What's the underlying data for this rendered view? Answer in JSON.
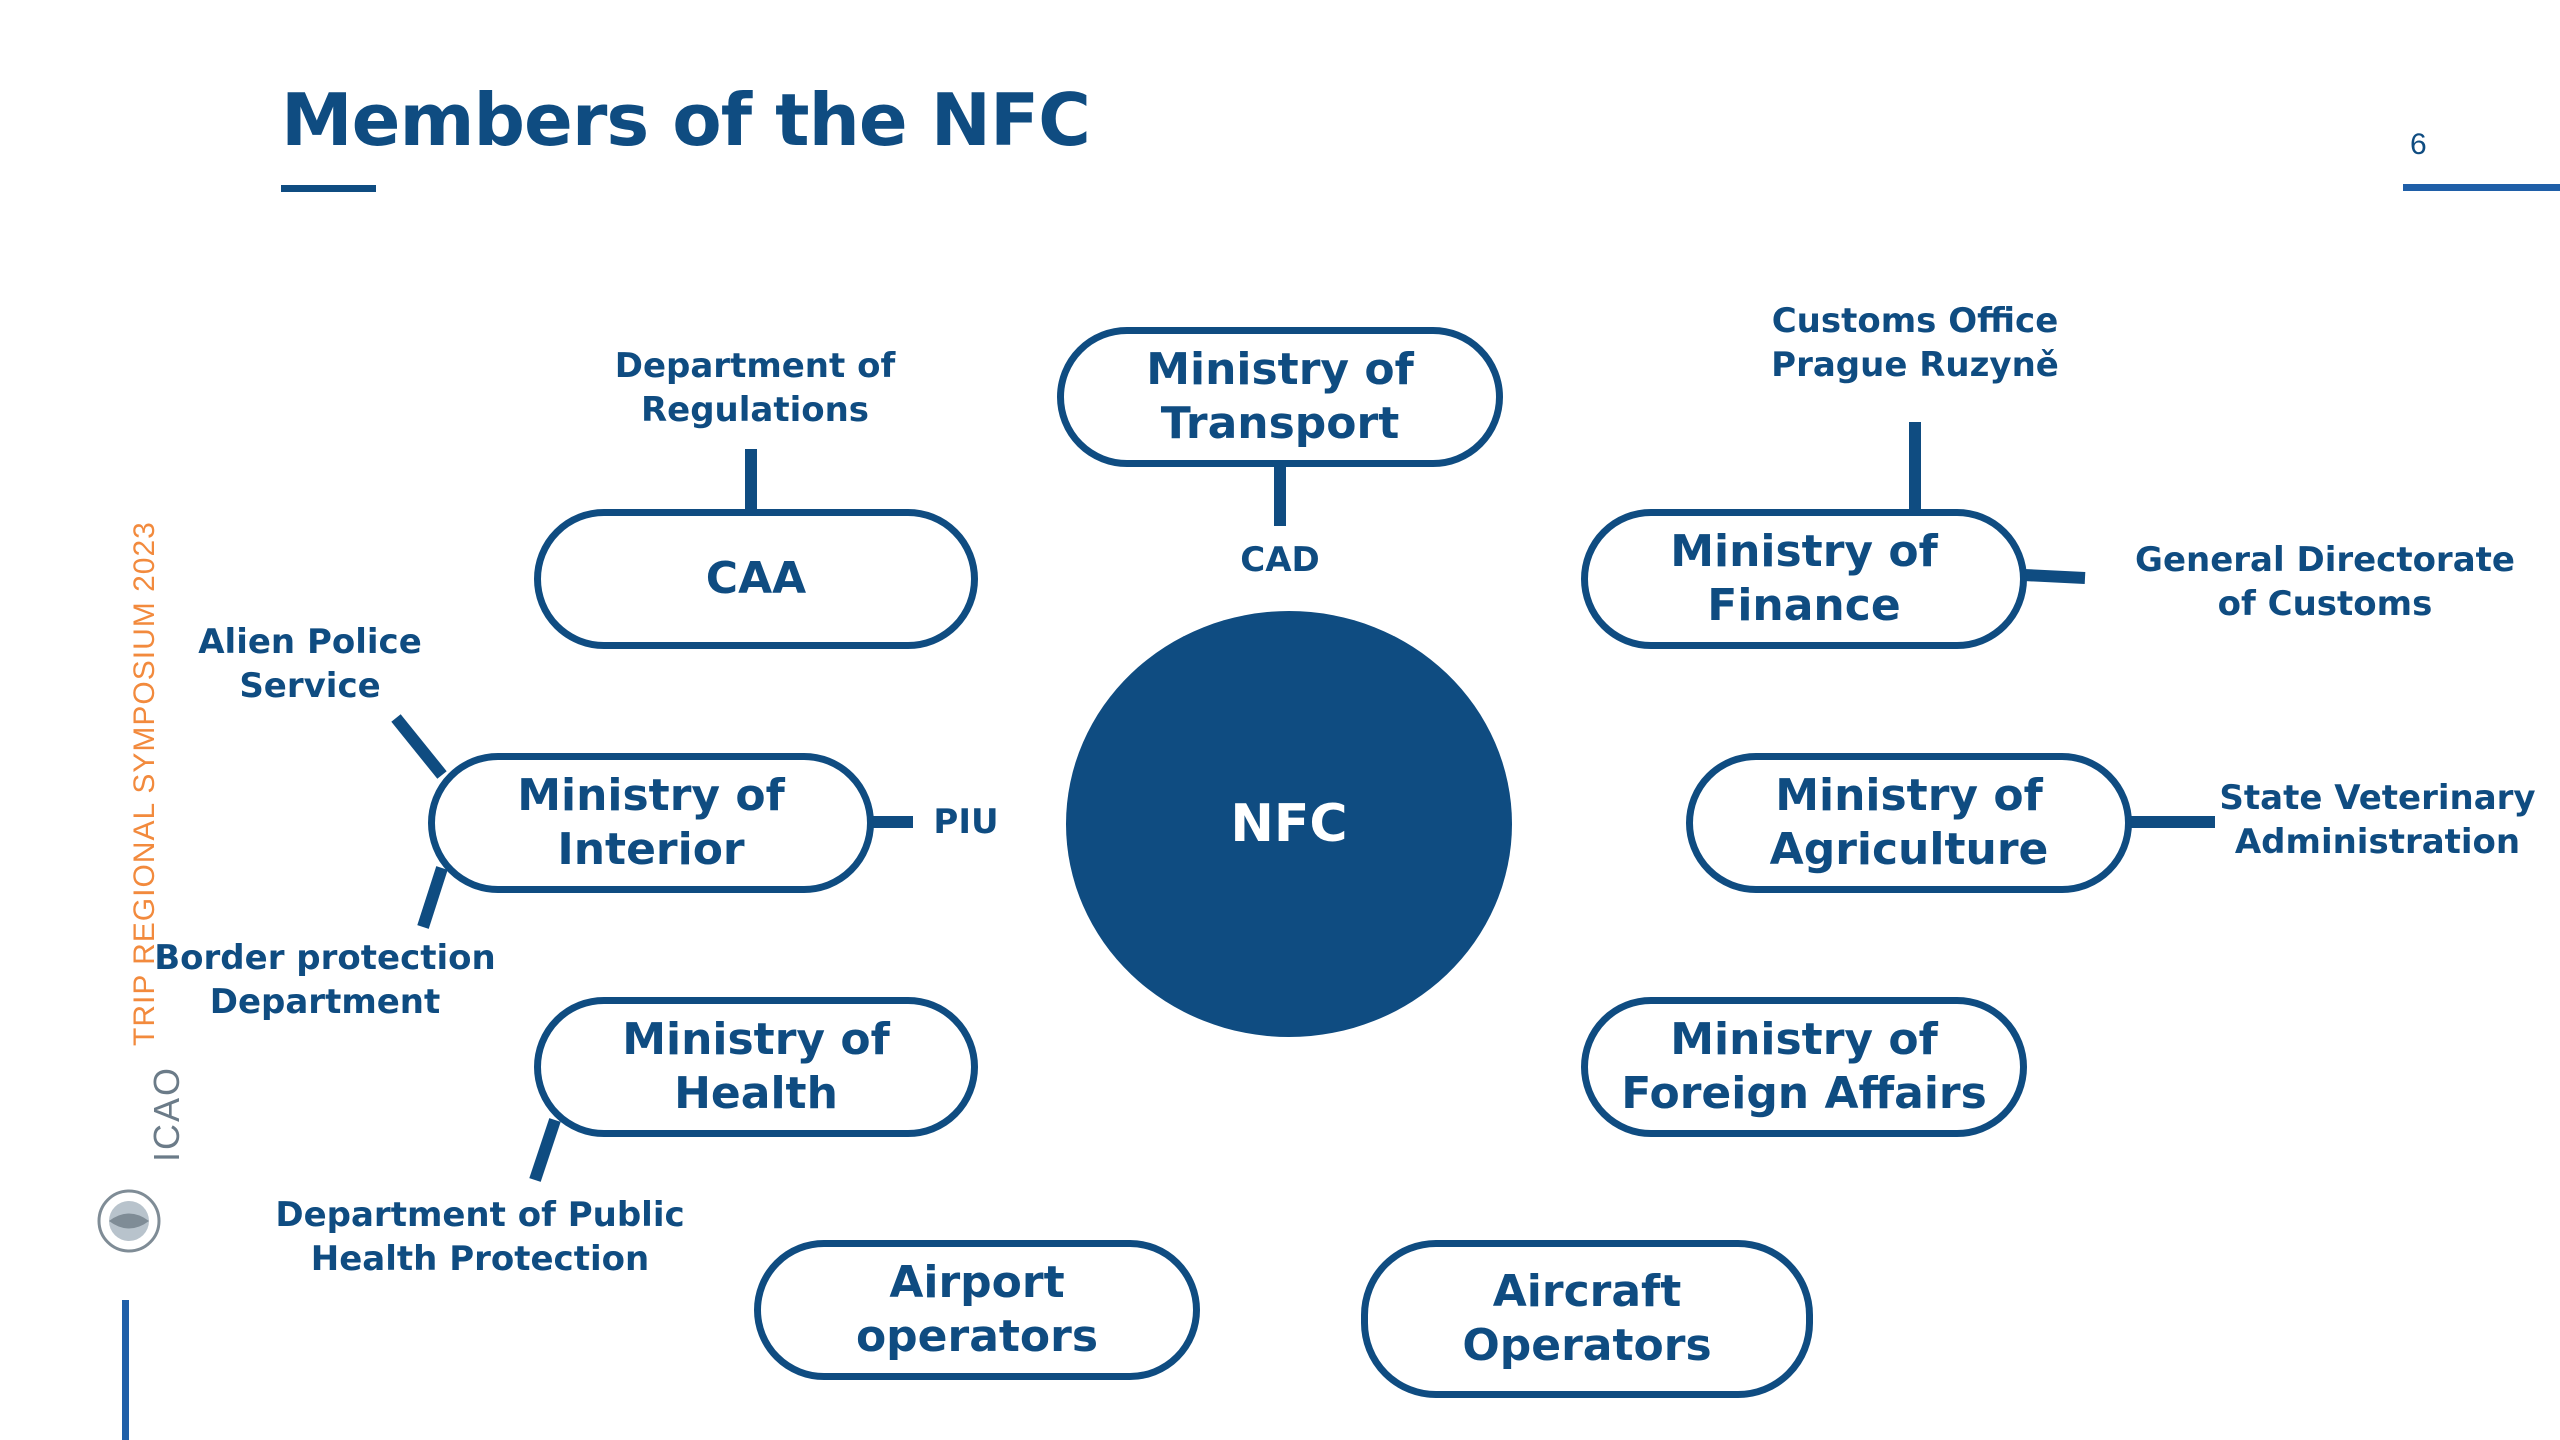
{
  "slide": {
    "title": "Members of the NFC",
    "page_number": "6",
    "side_label_orange": "TRIP REGIONAL SYMPOSIUM 2023",
    "org_logo_text": "ICAO"
  },
  "center": {
    "label": "NFC"
  },
  "nodes": {
    "caa": "CAA",
    "transport": "Ministry of\nTransport",
    "finance": "Ministry of\nFinance",
    "interior": "Ministry of\nInterior",
    "agriculture": "Ministry of\nAgriculture",
    "health": "Ministry of\nHealth",
    "foreign": "Ministry of\nForeign Affairs",
    "airport": "Airport\noperators",
    "aircraft": "Aircraft\nOperators"
  },
  "sub_units": {
    "regulations": "Department of\nRegulations",
    "cad": "CAD",
    "customs_office": "Customs Office\nPrague Ruzyně",
    "customs_directorate": "General Directorate\nof Customs",
    "alien_police": "Alien Police\nService",
    "piu": "PIU",
    "border_protection": "Border protection\nDepartment",
    "veterinary": "State Veterinary\nAdministration",
    "public_health": "Department of Public\nHealth Protection"
  },
  "colors": {
    "primary": "#0f4c81",
    "accent_orange": "#f28a3d",
    "rule_blue": "#1f5fa8"
  }
}
